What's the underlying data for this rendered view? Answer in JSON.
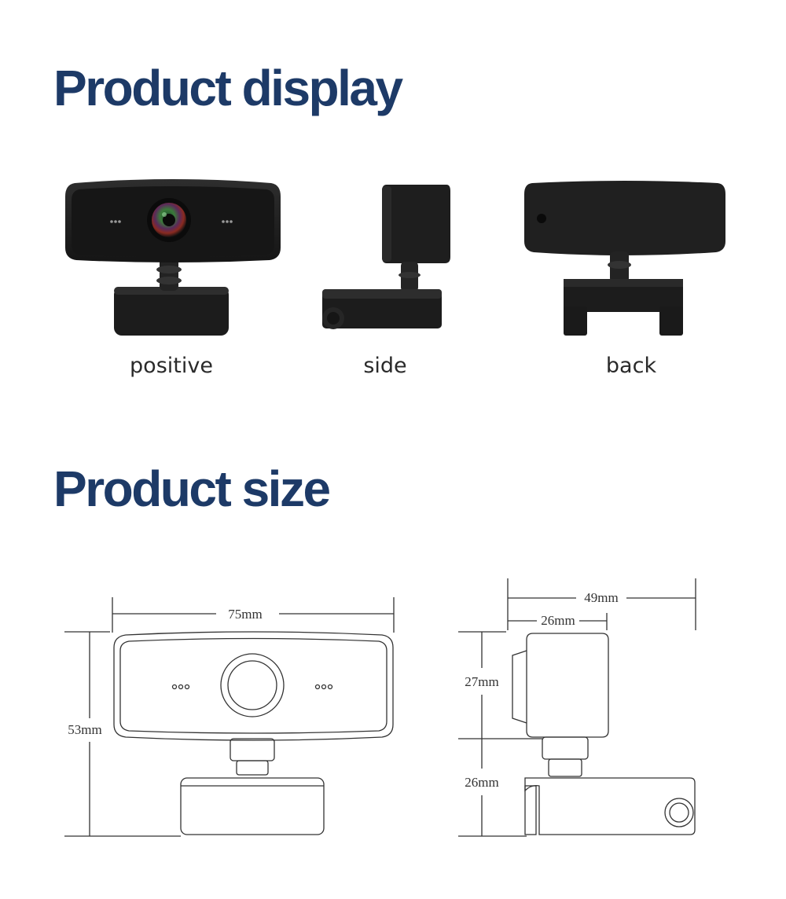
{
  "sections": {
    "display_title": "Product display",
    "size_title": "Product size"
  },
  "views": {
    "positive": "positive",
    "side": "side",
    "back": "back"
  },
  "dimensions": {
    "width": "75mm",
    "height": "53mm",
    "depth_total": "49mm",
    "depth_head": "26mm",
    "head_height": "27mm",
    "base_height": "26mm"
  },
  "icons": {
    "photo_front": "webcam-front-photo",
    "photo_side": "webcam-side-photo",
    "photo_back": "webcam-back-photo",
    "drawing_front": "webcam-front-line-drawing",
    "drawing_side": "webcam-side-line-drawing"
  },
  "colors": {
    "heading": "#1d3a67",
    "product_body": "#1b1b1b",
    "drawing_line": "#333333"
  }
}
